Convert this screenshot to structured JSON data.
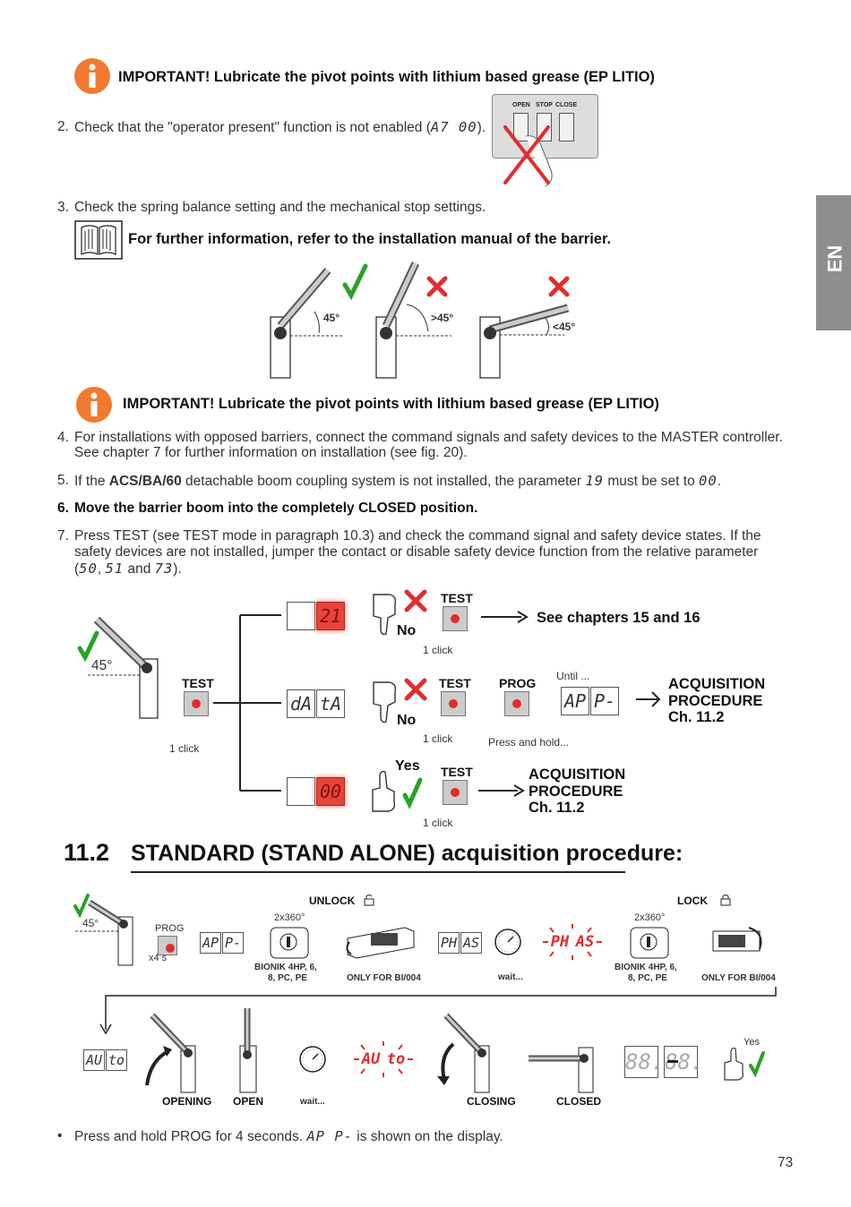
{
  "side_tab": "EN",
  "important_1": "IMPORTANT! Lubricate the pivot points with lithium based grease (EP LITIO)",
  "step2": {
    "num": "2.",
    "text": "Check that the \"operator present\" function is not enabled (",
    "code": "A7  00",
    "end": ")."
  },
  "switch_panel": {
    "open": "OPEN",
    "stop": "STOP",
    "close": "CLOSE"
  },
  "step3": {
    "num": "3.",
    "text": "Check the spring balance setting and the mechanical stop settings."
  },
  "manual_note": "For further information, refer to the installation manual of the barrier.",
  "angles": {
    "a1": "45°",
    "a2": ">45°",
    "a3": "<45°"
  },
  "important_2": "IMPORTANT! Lubricate the pivot points with lithium based grease (EP LITIO)",
  "step4": {
    "num": "4.",
    "line1": "For installations with opposed barriers, connect the command signals and safety devices to the MASTER controller.",
    "line2": "See chapter 7 for further information on installation (see fig. 20)."
  },
  "step5": {
    "num": "5.",
    "pre": "If the ",
    "bold": "ACS/BA/60",
    "mid": " detachable boom coupling system is not installed, the parameter ",
    "code1": "19",
    "post": " must be set to ",
    "code2": "00",
    "end": "."
  },
  "step6": {
    "num": "6.",
    "text": "Move the barrier boom into the completely CLOSED position."
  },
  "step7": {
    "num": "7.",
    "line1": "Press TEST (see TEST mode in paragraph 10.3) and check the command signal and safety device states. If the",
    "line2": "safety devices are not installed, jumper the contact or disable safety device function from the relative parameter",
    "line3_pre": "(",
    "c1": "50",
    "sep1": ", ",
    "c2": "51",
    "sep2": " and ",
    "c3": "73",
    "line3_end": ")."
  },
  "diagram1": {
    "angle": "45°",
    "test": "TEST",
    "click": "1 click",
    "row1": {
      "display": "21",
      "answer": "No",
      "test": "TEST",
      "click": "1 click",
      "result": "See chapters 15 and 16"
    },
    "row2": {
      "display1": "dA",
      "display2": "tA",
      "answer": "No",
      "test": "TEST",
      "click": "1 click",
      "prog": "PROG",
      "hold": "Press and hold...",
      "until": "Until ...",
      "display3": "AP",
      "display4": "P-",
      "result1": "ACQUISITION",
      "result2": "PROCEDURE",
      "result3": "Ch. 11.2"
    },
    "row3": {
      "display": "00",
      "answer": "Yes",
      "test": "TEST",
      "click": "1 click",
      "result1": "ACQUISITION",
      "result2": "PROCEDURE",
      "result3": "Ch. 11.2"
    }
  },
  "section": {
    "number": "11.2",
    "title": "STANDARD (STAND ALONE) acquisition procedure:"
  },
  "diagram2": {
    "unlock": "UNLOCK",
    "lock": "LOCK",
    "angle": "45°",
    "prog": "PROG",
    "x4": "x4 s",
    "d_ap": "AP",
    "d_p": "P-",
    "rot1": "2x360°",
    "bionik1": "BIONIK 4HP, 6,",
    "bionik1b": "8, PC, PE",
    "only1": "ONLY FOR BI/004",
    "d_ph": "PH",
    "d_as": "AS",
    "wait1": "wait...",
    "d_ph_r": "PH",
    "d_as_r": "AS",
    "rot2": "2x360°",
    "bionik2": "BIONIK 4HP, 6,",
    "bionik2b": "8, PC, PE",
    "only2": "ONLY FOR BI/004",
    "d_au": "AU",
    "d_to": "to",
    "opening": "OPENING",
    "open": "OPEN",
    "wait2": "wait...",
    "d_au_r": "AU",
    "d_to_r": "to",
    "closing": "CLOSING",
    "closed": "CLOSED",
    "d_88a": "88.",
    "d_88b": "88.",
    "yes": "Yes"
  },
  "bullet": {
    "pre": "Press and hold PROG for 4 seconds. ",
    "code": "AP P-",
    "post": " is shown on the display."
  },
  "page_number": "73",
  "colors": {
    "orange": "#f07a30",
    "green": "#2aa02a",
    "red": "#e12d2d",
    "tab": "#8e8e8e"
  }
}
